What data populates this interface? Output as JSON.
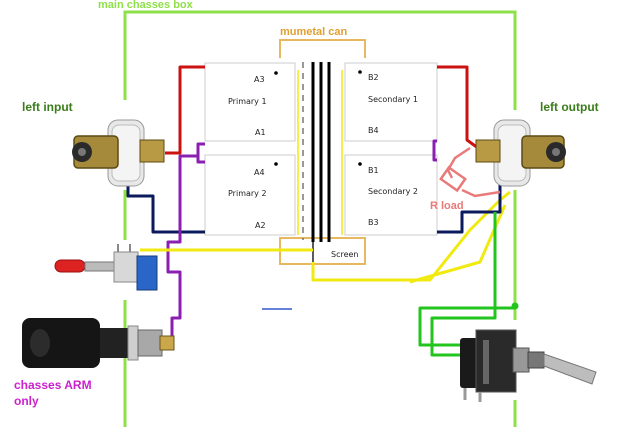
{
  "labels": {
    "main_box": "main chasses box",
    "mumetal": "mumetal can",
    "left_input": "left input",
    "left_output": "left output",
    "r_load": "R load",
    "chasses_arm_line1": "chasses ARM",
    "chasses_arm_line2": "only",
    "screen": "Screen"
  },
  "primary": {
    "a3": "A3",
    "primary1": "Primary 1",
    "a1": "A1",
    "a4": "A4",
    "primary2": "Primary 2",
    "a2": "A2"
  },
  "secondary": {
    "b2": "B2",
    "secondary1": "Secondary 1",
    "b4": "B4",
    "b1": "B1",
    "secondary2": "Secondary 2",
    "b3": "B3"
  },
  "colors": {
    "box_green": "#8ee04a",
    "can_orange": "#e8b860",
    "wire_red": "#cc1111",
    "wire_purple": "#8a1fb0",
    "wire_navy": "#0a1a5c",
    "wire_yellow": "#f0ea10",
    "wire_green": "#22c41e",
    "text_green": "#3a7d1a",
    "text_magenta": "#cc22cc",
    "text_orange": "#e0a030",
    "resistor_pink": "#e87a7a"
  }
}
